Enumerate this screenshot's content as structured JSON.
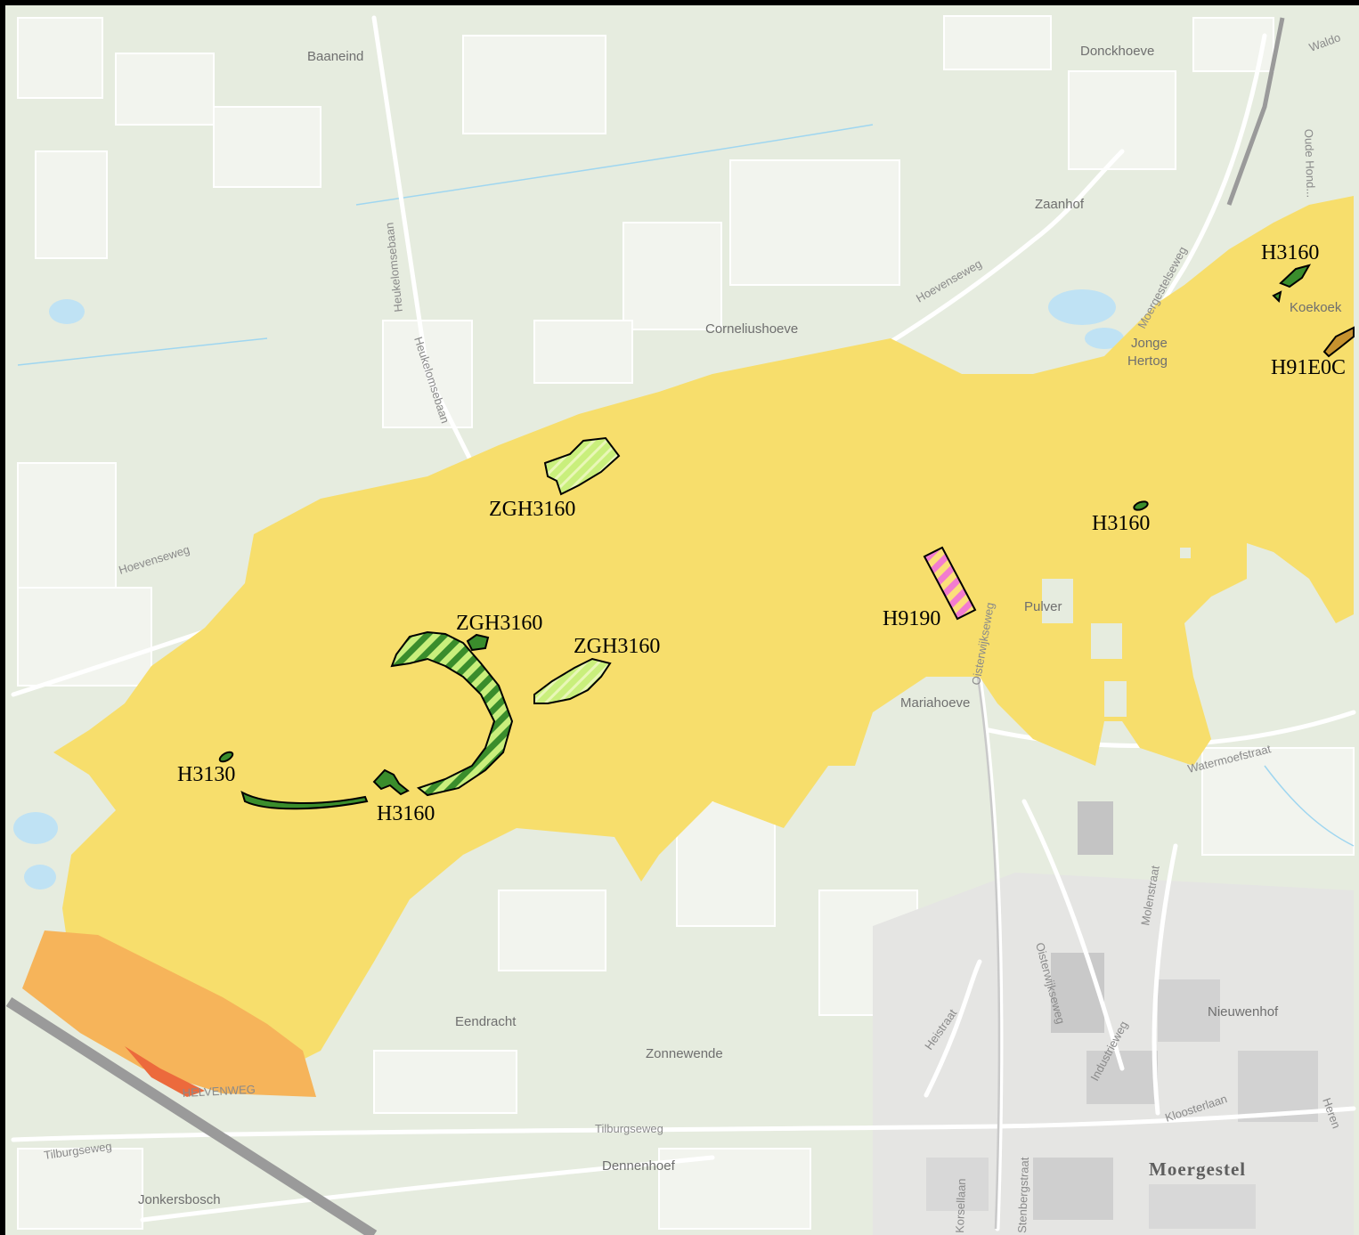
{
  "map": {
    "colors": {
      "background": "#e6ecdf",
      "field": "#f2f4ee",
      "zone_main": "#f7de6c",
      "zone_orange": "#f6b45a",
      "zone_red": "#ec6a3c",
      "habitat_green": "#3a8d2c",
      "habitat_light": "#c9ef7c",
      "habitat_pink": "#f27ccf",
      "habitat_brown": "#c7922e",
      "water": "#bfe2f4",
      "road": "#ffffff",
      "railway": "#9a9a9a"
    },
    "place_labels": {
      "baaneind": "Baaneind",
      "donckhoeve": "Donckhoeve",
      "zaanhof": "Zaanhof",
      "corneliushoeve": "Corneliushoeve",
      "jonge_hertog_1": "Jonge",
      "jonge_hertog_2": "Hertog",
      "koekoek": "Koekoek",
      "pulver": "Pulver",
      "mariahoeve": "Mariahoeve",
      "eendracht": "Eendracht",
      "zonnewende": "Zonnewende",
      "dennenhoef": "Dennenhoef",
      "jonkersbosch": "Jonkersbosch",
      "nieuwenhof": "Nieuwenhof",
      "moergestel": "Moergestel"
    },
    "street_labels": {
      "hoevenseweg_1": "Hoevenseweg",
      "hoevenseweg_2": "Hoevenseweg",
      "heukelomsebaan_1": "Heukelomsebaan",
      "heukelomsebaan_2": "Heukelomsebaan",
      "moergestelseweg": "Moergestelseweg",
      "oude_hondsberg": "Oude Hond...",
      "waldorf": "Waldo",
      "oisterwijkseweg_1": "Oisterwijkseweg",
      "oisterwijkseweg_2": "Oisterwijkseweg",
      "watermoefstraat": "Watermoefstraat",
      "molenstraat": "Molenstraat",
      "industrieweg": "Industrieweg",
      "heistraat": "Heistraat",
      "kloosterlaan": "Kloosterlaan",
      "tilburgseweg_1": "Tilburgseweg",
      "tilburgseweg_2": "Tilburgseweg",
      "helvenweg": "HELVENWEG",
      "herenstraat": "Heren",
      "korsellaan": "Korsellaan",
      "stenbergstraat": "Stenbergstraat"
    },
    "habitat_labels": {
      "zgh3160_a": "ZGH3160",
      "zgh3160_b": "ZGH3160",
      "zgh3160_c": "ZGH3160",
      "h3160_a": "H3160",
      "h3160_b": "H3160",
      "h3160_c": "H3160",
      "h3130": "H3130",
      "h9190": "H9190",
      "h91e0c": "H91E0C"
    }
  }
}
